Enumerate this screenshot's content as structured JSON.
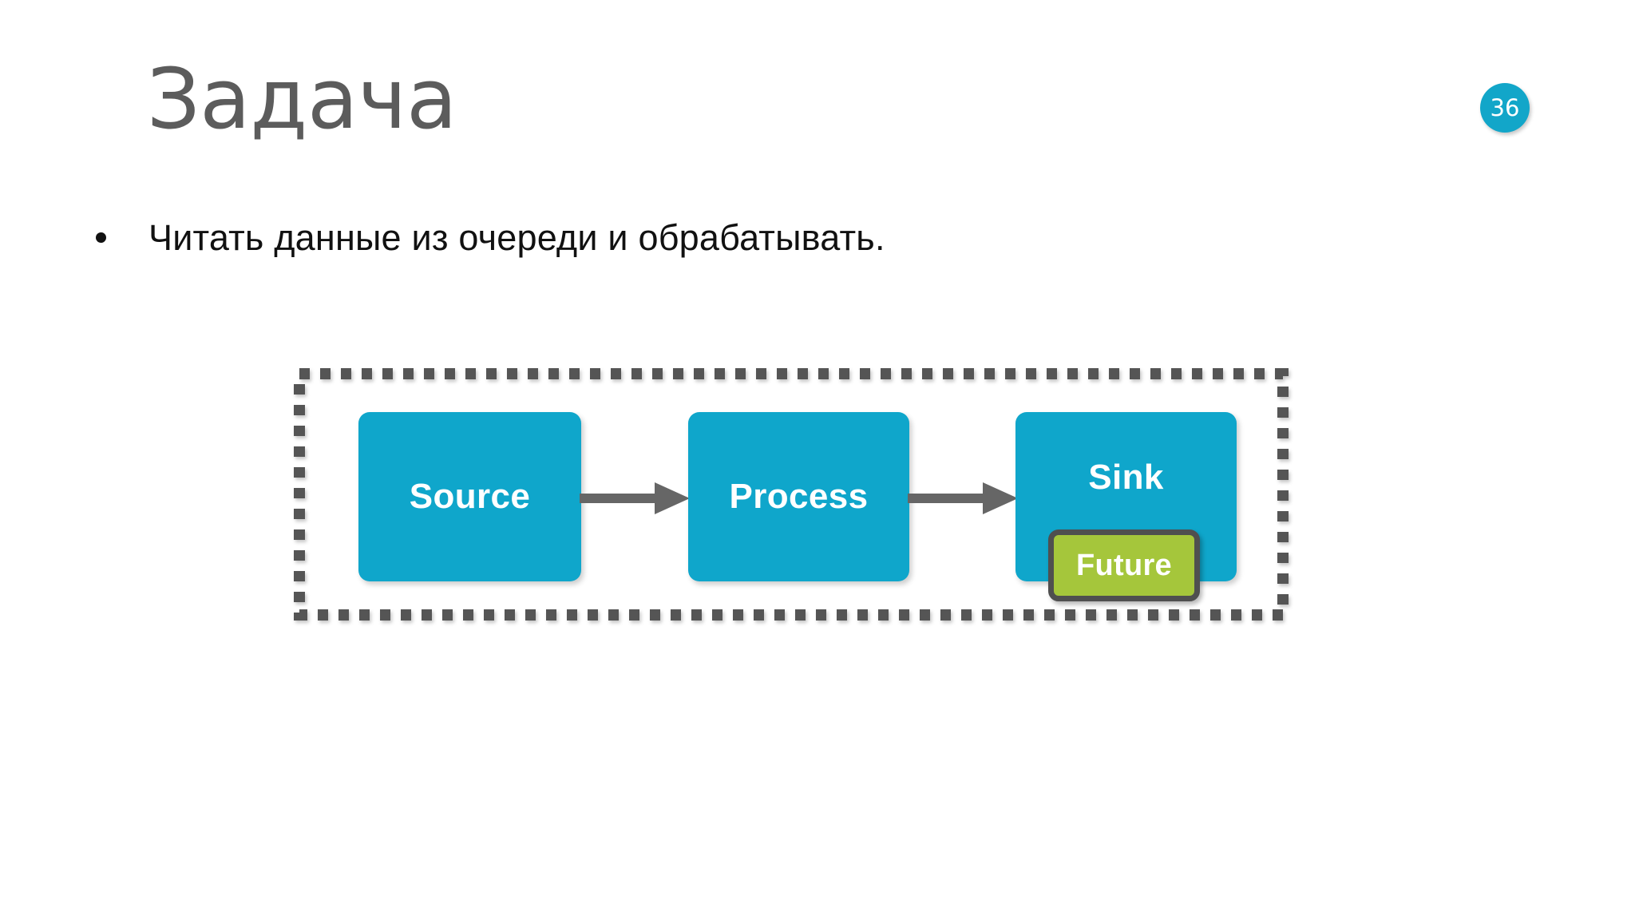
{
  "slide": {
    "title": "Задача",
    "page_number": "36",
    "background_color": "#ffffff",
    "title_color": "#5c5c5c"
  },
  "badge": {
    "label": "36",
    "color": "#12a6c9",
    "text_color": "#ffffff"
  },
  "bullets": [
    {
      "marker": "•",
      "text": "Читать данные из очереди и обрабатывать."
    }
  ],
  "diagram": {
    "container": {
      "style": "dashed",
      "dash_color": "#555555",
      "label": ""
    },
    "node_color": "#0fa6cb",
    "node_text_color": "#ffffff",
    "arrow_color": "#666666",
    "nodes": [
      {
        "id": "source",
        "label": "Source"
      },
      {
        "id": "process",
        "label": "Process"
      },
      {
        "id": "sink",
        "label": "Sink"
      }
    ],
    "badges": [
      {
        "id": "future",
        "label": "Future",
        "fill_color": "#a5c63b",
        "border_color": "#4f4f4f",
        "attached_to": "sink"
      }
    ],
    "arrows": [
      {
        "from": "source",
        "to": "process"
      },
      {
        "from": "process",
        "to": "sink"
      }
    ]
  }
}
